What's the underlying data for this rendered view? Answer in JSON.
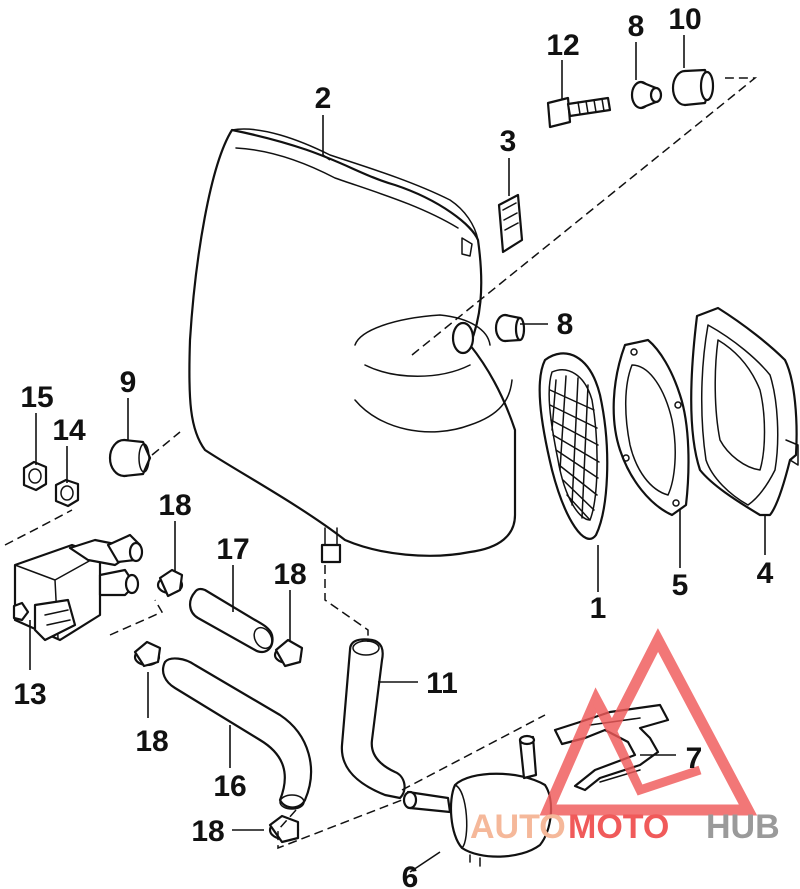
{
  "callouts": {
    "c1": "1",
    "c2": "2",
    "c3": "3",
    "c4": "4",
    "c5": "5",
    "c6": "6",
    "c7": "7",
    "c8a": "8",
    "c8b": "8",
    "c9": "9",
    "c10": "10",
    "c11": "11",
    "c12": "12",
    "c13": "13",
    "c14": "14",
    "c15": "15",
    "c16": "16",
    "c17": "17",
    "c18a": "18",
    "c18b": "18",
    "c18c": "18",
    "c18d": "18"
  },
  "watermark": {
    "word_auto": "AUTO",
    "word_moto": "MOTO",
    "word_hub": "HUB",
    "color_primary": "#f05a5a",
    "color_auto": "#f5b89a",
    "color_hub": "#9a9a9a"
  }
}
